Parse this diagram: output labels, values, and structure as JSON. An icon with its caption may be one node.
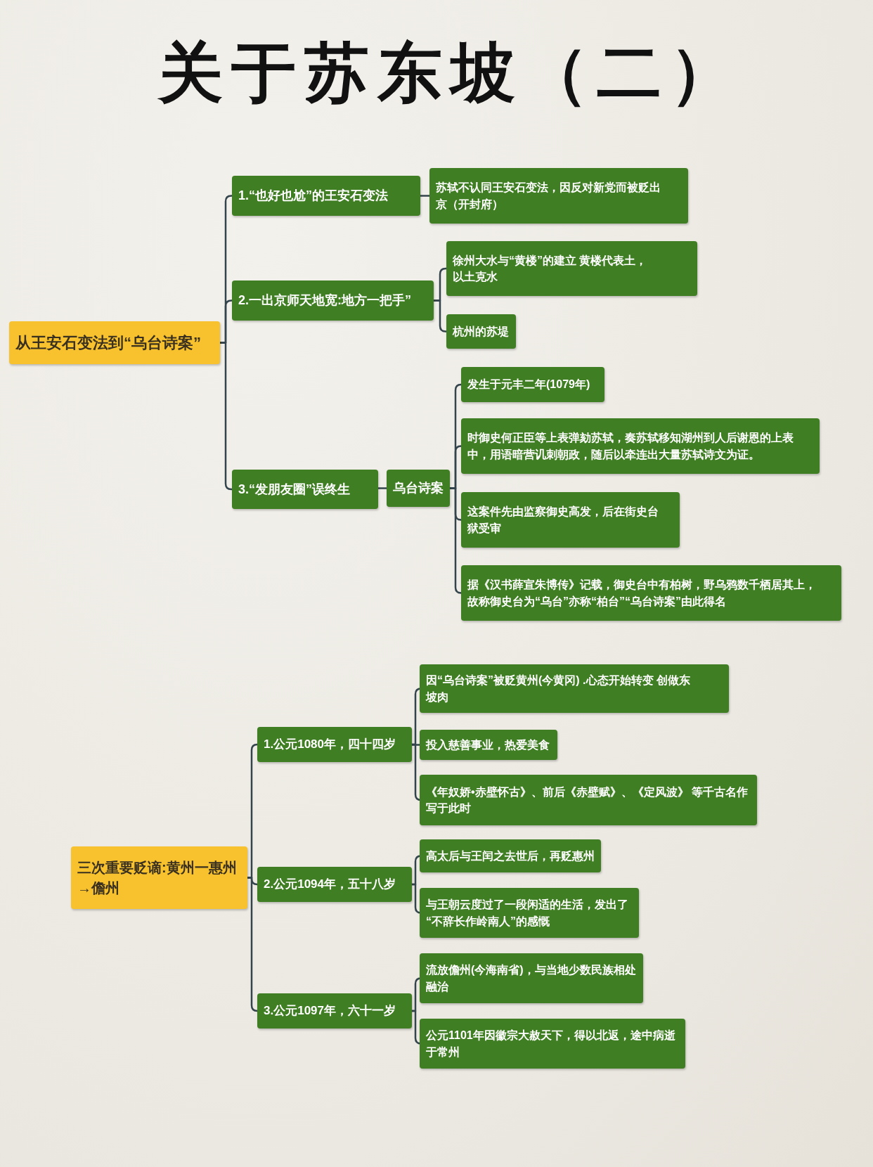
{
  "diagram": {
    "title": "关于苏东坡（二）",
    "nodes": [
      {
        "text": [
          "从王安石变法到“乌台诗案”"
        ]
      },
      {
        "text": [
          "1.“也好也尬”的王安石变法"
        ]
      },
      {
        "text": [
          "苏轼不认同王安石变法，因反对新党而被贬出京（开封府）"
        ]
      },
      {
        "text": [
          "2.一出京师天地宽:地方一把手”"
        ]
      },
      {
        "text": [
          "徐州大水与“黄楼”的建立 黄楼代表土，以土克水"
        ]
      },
      {
        "text": [
          "杭州的苏堤"
        ]
      },
      {
        "text": [
          "3.“发朋友圈”误终生"
        ]
      },
      {
        "text": [
          "乌台诗案"
        ]
      },
      {
        "text": [
          "发生于元丰二年(1079年)"
        ]
      },
      {
        "text": [
          "时御史何正臣等上表弹劾苏轼，奏苏轼移知湖州到人后谢恩的上表中，用语暗营讥刺朝政，随后以牵连出大量苏轼诗文为证。"
        ]
      },
      {
        "text": [
          "这案件先由监察御史高发，后在街史台狱受审"
        ]
      },
      {
        "text": [
          "据《汉书薛宣朱博传》记载，御史台中有柏树，野乌鸦数千栖居其上，故称御史台为“乌台”亦称“柏台”“乌台诗案”由此得名"
        ]
      },
      {
        "text": [
          "三次重要贬谪:黄州一惠州→儋州"
        ]
      },
      {
        "text": [
          "1.公元1080年，四十四岁"
        ]
      },
      {
        "text": [
          "因“乌台诗案”被贬黄州(今黄冈) .心态开始转变 创做东坡肉"
        ]
      },
      {
        "text": [
          "投入慈善事业，热爱美食"
        ]
      },
      {
        "text": [
          "《年奴娇•赤壁怀古》、前后《赤壁赋》、《定风波》 等千古名作写于此时"
        ]
      },
      {
        "text": [
          "2.公元1094年，五十八岁"
        ]
      },
      {
        "text": [
          "高太后与王闰之去世后，再贬惠州"
        ]
      },
      {
        "text": [
          "与王朝云度过了一段闲适的生活，发出了“不辞长作岭南人”的感慨"
        ]
      },
      {
        "text": [
          "3.公元1097年，六十一岁"
        ]
      },
      {
        "text": [
          "流放儋州(今海南省)，与当地少数民族相处融治"
        ]
      },
      {
        "text": [
          "公元1101年因徽宗大赦天下，得以北返，途中病逝于常州"
        ]
      }
    ],
    "edges": [
      {
        "from": 0,
        "to": 1,
        "arrow": "none"
      },
      {
        "from": 1,
        "to": 2,
        "arrow": "none"
      },
      {
        "from": 0,
        "to": 3,
        "arrow": "none"
      },
      {
        "from": 3,
        "to": 4,
        "arrow": "none"
      },
      {
        "from": 3,
        "to": 5,
        "arrow": "none"
      },
      {
        "from": 0,
        "to": 6,
        "arrow": "none"
      },
      {
        "from": 6,
        "to": 7,
        "arrow": "none"
      },
      {
        "from": 7,
        "to": 8,
        "arrow": "none"
      },
      {
        "from": 7,
        "to": 9,
        "arrow": "none"
      },
      {
        "from": 7,
        "to": 10,
        "arrow": "none"
      },
      {
        "from": 7,
        "to": 11,
        "arrow": "none"
      },
      {
        "from": 12,
        "to": 13,
        "arrow": "none"
      },
      {
        "from": 13,
        "to": 14,
        "arrow": "none"
      },
      {
        "from": 13,
        "to": 15,
        "arrow": "none"
      },
      {
        "from": 13,
        "to": 16,
        "arrow": "none"
      },
      {
        "from": 12,
        "to": 17,
        "arrow": "none"
      },
      {
        "from": 17,
        "to": 18,
        "arrow": "none"
      },
      {
        "from": 17,
        "to": 19,
        "arrow": "none"
      },
      {
        "from": 12,
        "to": 20,
        "arrow": "none"
      },
      {
        "from": 20,
        "to": 21,
        "arrow": "none"
      },
      {
        "from": 20,
        "to": 22,
        "arrow": "none"
      }
    ]
  }
}
